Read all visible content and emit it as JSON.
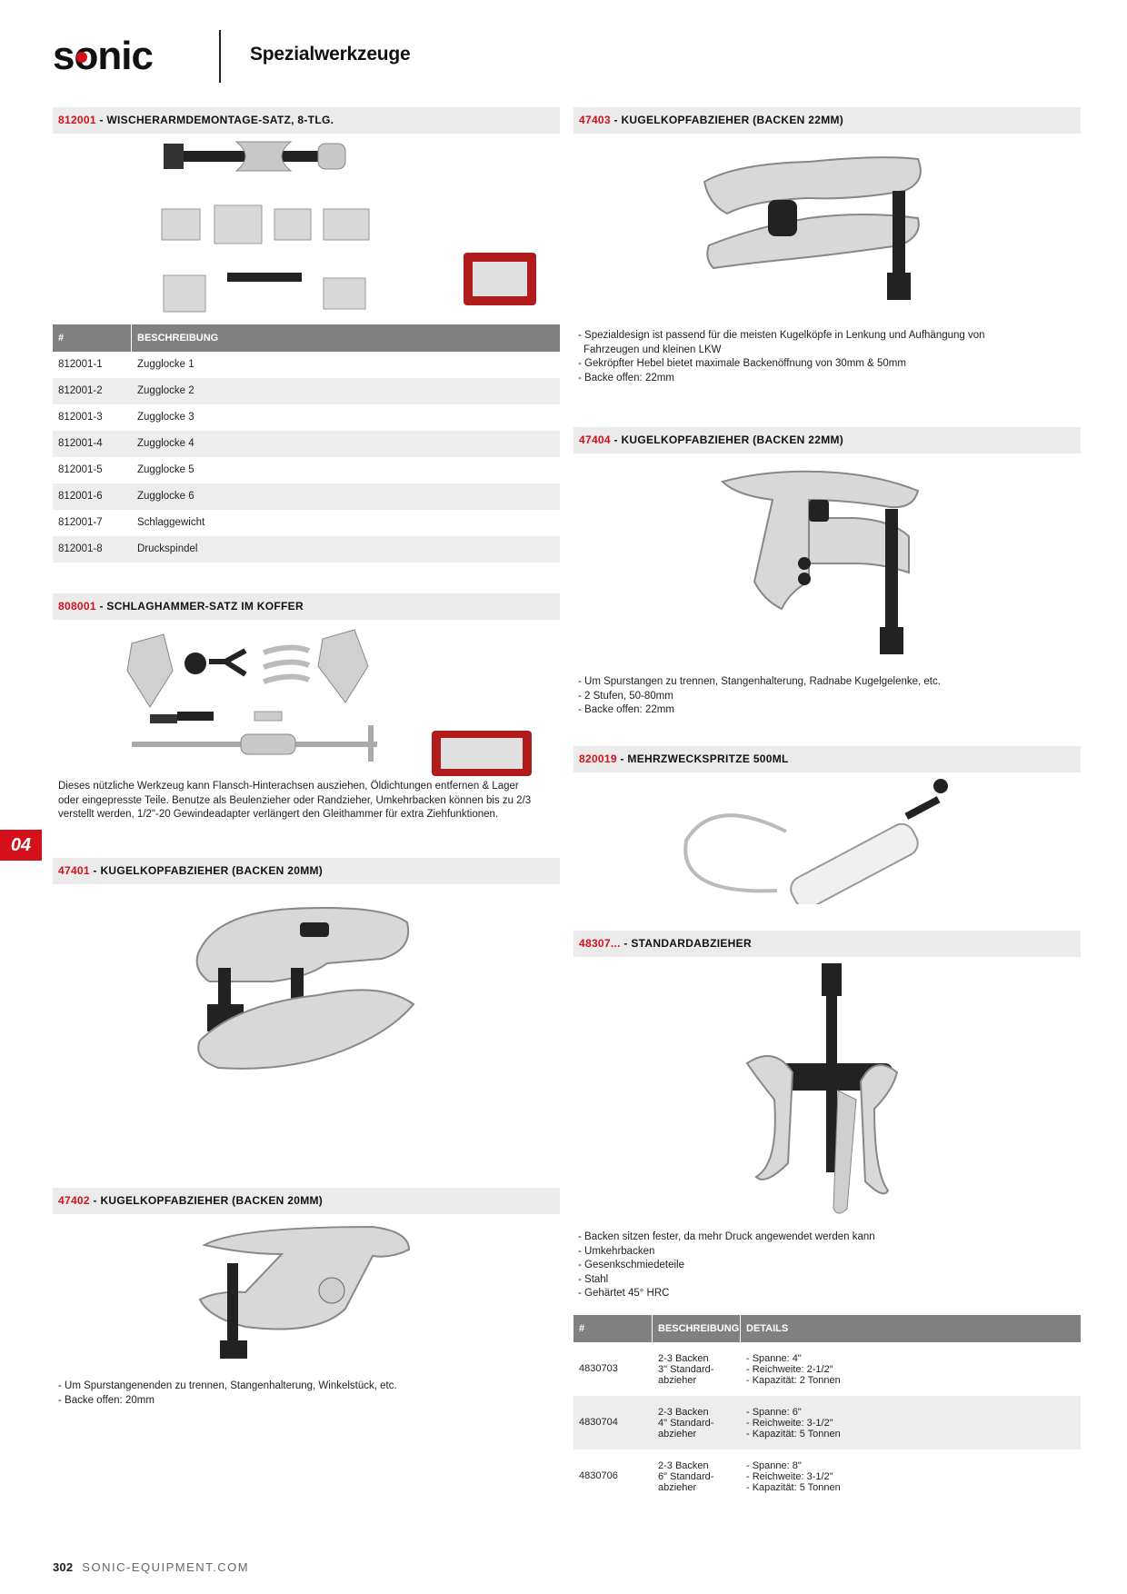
{
  "header": {
    "brand": "sonic",
    "title": "Spezialwerkzeuge"
  },
  "side_tab": "04",
  "footer": {
    "page": "302",
    "site": "SONIC-EQUIPMENT.COM"
  },
  "sections": {
    "s812001": {
      "num": "812001",
      "title": " - WISCHERARMDEMONTAGE-SATZ, 8-TLG."
    },
    "s808001": {
      "num": "808001",
      "title": " - SCHLAGHAMMER-SATZ IM KOFFER"
    },
    "s47401": {
      "num": "47401",
      "title": " - KUGELKOPFABZIEHER (BACKEN 20MM)"
    },
    "s47402": {
      "num": "47402",
      "title": " - KUGELKOPFABZIEHER (BACKEN 20MM)"
    },
    "s47403": {
      "num": "47403",
      "title": " - KUGELKOPFABZIEHER (BACKEN 22MM)"
    },
    "s47404": {
      "num": "47404",
      "title": " - KUGELKOPFABZIEHER (BACKEN 22MM)"
    },
    "s820019": {
      "num": "820019",
      "title": " - MEHRZWECKSPRITZE 500ML"
    },
    "s48307": {
      "num": "48307...",
      "title": " - STANDARDABZIEHER"
    }
  },
  "wiper_table": {
    "headers": [
      "#",
      "BESCHREIBUNG"
    ],
    "rows": [
      [
        "812001-1",
        "Zugglocke 1"
      ],
      [
        "812001-2",
        "Zugglocke 2"
      ],
      [
        "812001-3",
        "Zugglocke 3"
      ],
      [
        "812001-4",
        "Zugglocke 4"
      ],
      [
        "812001-5",
        "Zugglocke 5"
      ],
      [
        "812001-6",
        "Zugglocke 6"
      ],
      [
        "812001-7",
        "Schlaggewicht"
      ],
      [
        "812001-8",
        "Druckspindel"
      ]
    ]
  },
  "desc_808001": [
    "Dieses nützliche Werkzeug kann Flansch-Hinterachsen ausziehen, Öldichtungen entfernen & Lager",
    "oder eingepresste Teile. Benutze als Beulenzieher oder Randzieher, Umkehrbacken können bis zu 2/3",
    "verstellt werden, 1/2\"-20 Gewindeadapter verlängert den Gleithammer für extra Ziehfunktionen."
  ],
  "desc_47402": [
    "- Um Spurstangenenden zu trennen, Stangenhalterung, Winkelstück, etc.",
    "- Backe offen: 20mm"
  ],
  "desc_47403": [
    "- Spezialdesign ist passend für die meisten Kugelköpfe in Lenkung und Aufhängung von",
    "  Fahrzeugen und kleinen LKW",
    "- Gekröpfter Hebel bietet maximale Backenöffnung von 30mm & 50mm",
    "- Backe offen: 22mm"
  ],
  "desc_47404": [
    "- Um Spurstangen zu trennen, Stangenhalterung, Radnabe Kugelgelenke, etc.",
    "- 2 Stufen, 50-80mm",
    "- Backe offen: 22mm"
  ],
  "desc_48307": [
    "- Backen sitzen fester, da mehr Druck angewendet werden kann",
    "- Umkehrbacken",
    "- Gesenkschmiedeteile",
    "- Stahl",
    "- Gehärtet 45° HRC"
  ],
  "puller_table": {
    "headers": [
      "#",
      "BESCHREIBUNG",
      "DETAILS"
    ],
    "rows": [
      {
        "id": "4830703",
        "desc": [
          "2-3 Backen",
          "3\" Standard-",
          "abzieher"
        ],
        "details": [
          "- Spanne: 4\"",
          "- Reichweite: 2-1/2\"",
          "- Kapazität: 2 Tonnen"
        ]
      },
      {
        "id": "4830704",
        "desc": [
          "2-3 Backen",
          "4\" Standard-",
          "abzieher"
        ],
        "details": [
          "- Spanne: 6\"",
          "- Reichweite: 3-1/2\"",
          "- Kapazität: 5 Tonnen"
        ]
      },
      {
        "id": "4830706",
        "desc": [
          "2-3 Backen",
          "6\" Standard-",
          "abzieher"
        ],
        "details": [
          "- Spanne: 8\"",
          "- Reichweite: 3-1/2\"",
          "- Kapazität: 5 Tonnen"
        ]
      }
    ]
  },
  "colors": {
    "accent": "#d4101a",
    "bar": "#ebebeb",
    "table_header": "#808080",
    "row_alt": "#ededed"
  }
}
